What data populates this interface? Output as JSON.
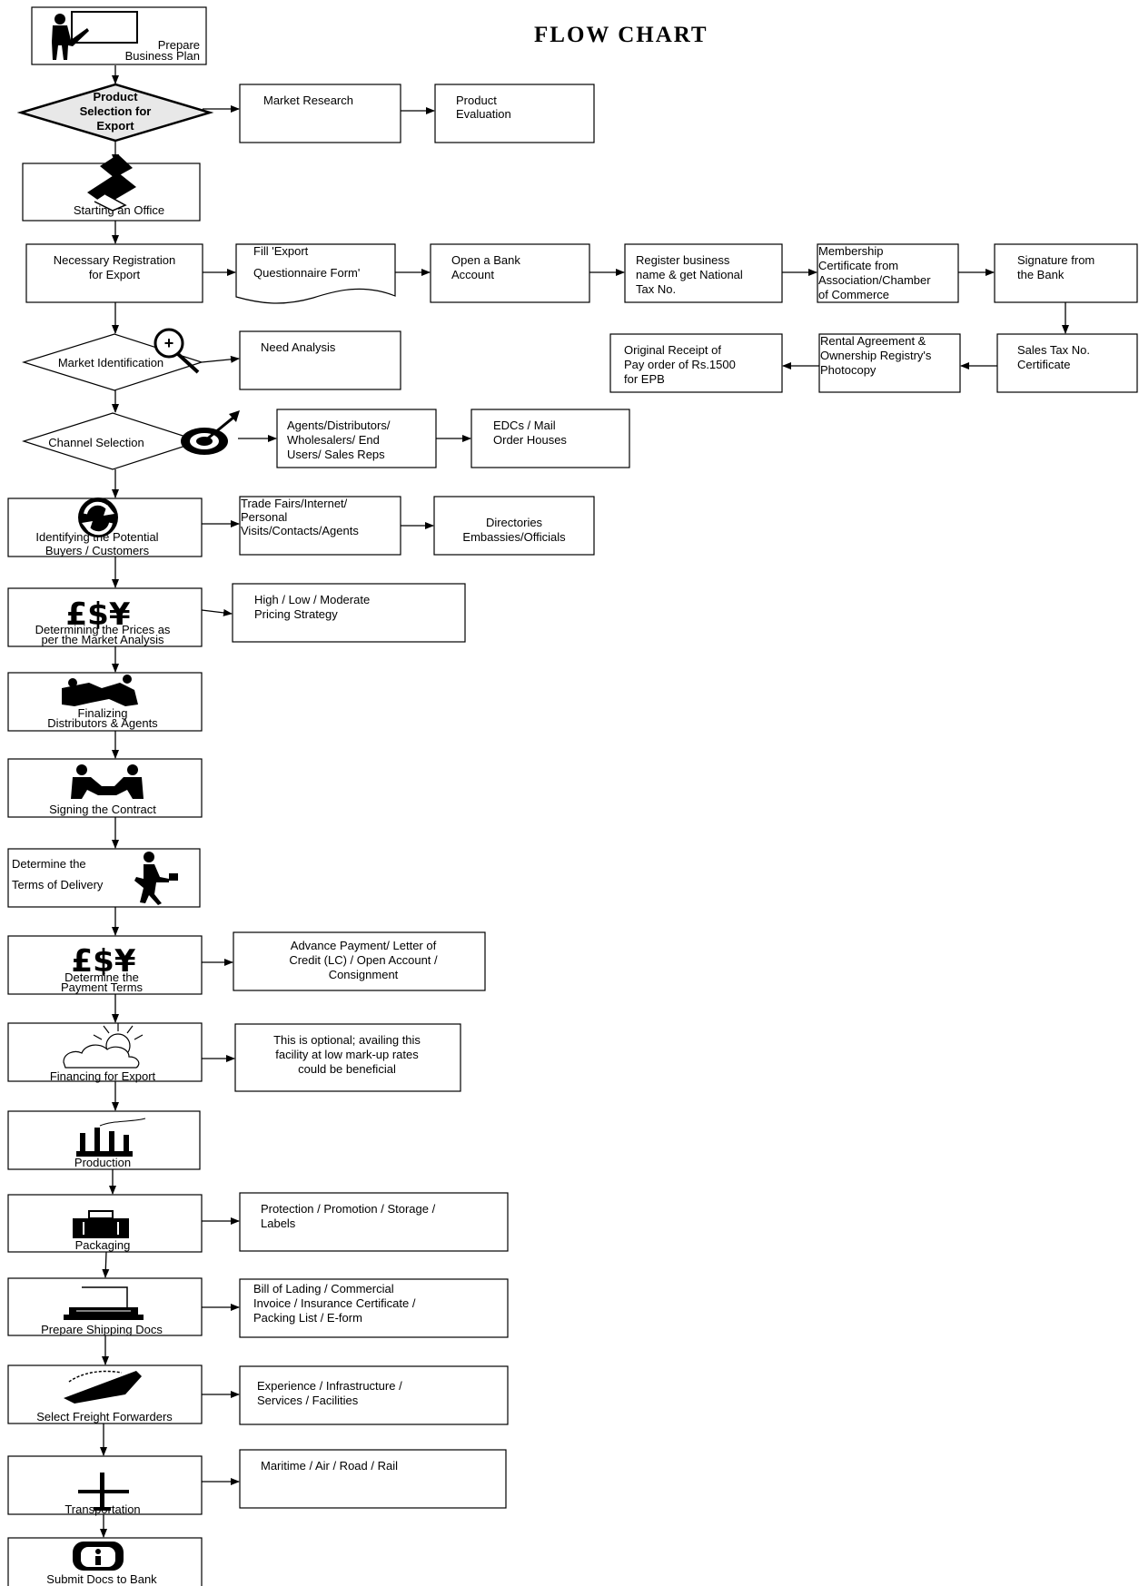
{
  "title": "FLOW CHART",
  "main_steps": {
    "prepare_business_plan": [
      "Prepare",
      "Business Plan"
    ],
    "product_selection": [
      "Product",
      "Selection for",
      "Export"
    ],
    "starting_office": [
      "Starting an Office"
    ],
    "necessary_registration": [
      "Necessary Registration",
      "for Export"
    ],
    "market_identification": [
      "Market Identification"
    ],
    "channel_selection": [
      "Channel Selection"
    ],
    "identifying_buyers": [
      "Identifying the Potential",
      "Buyers / Customers"
    ],
    "determining_prices": [
      "Determining the Prices as",
      "per the Market Analysis"
    ],
    "finalizing_distributors": [
      "Finalizing",
      "Distributors & Agents"
    ],
    "signing_contract": [
      "Signing the Contract"
    ],
    "terms_of_delivery": [
      "Determine the",
      "Terms of Delivery"
    ],
    "payment_terms": [
      "Determine the",
      "Payment Terms"
    ],
    "financing": [
      "Financing for Export"
    ],
    "production": [
      "Production"
    ],
    "packaging": [
      "Packaging"
    ],
    "shipping_docs": [
      "Prepare Shipping Docs"
    ],
    "freight_forwarders": [
      "Select Freight Forwarders"
    ],
    "transportation": [
      "Transportation"
    ],
    "submit_docs": [
      "Submit Docs to Bank"
    ]
  },
  "side_steps": {
    "market_research": [
      "Market Research"
    ],
    "product_evaluation": [
      "Product",
      "Evaluation"
    ],
    "export_questionnaire": [
      "Fill 'Export",
      "Questionnaire Form'"
    ],
    "bank_account": [
      "Open a Bank",
      "Account"
    ],
    "register_business": [
      "Register business",
      "name & get National",
      "Tax No."
    ],
    "membership_certificate": [
      "Membership",
      "Certificate from",
      "Association/Chamber",
      "of Commerce"
    ],
    "bank_signature": [
      "Signature from",
      "the Bank"
    ],
    "sales_tax_certificate": [
      "Sales Tax No.",
      "Certificate"
    ],
    "rental_agreement": [
      "Rental Agreement &",
      "Ownership Registry's",
      "Photocopy"
    ],
    "original_receipt": [
      "Original Receipt of",
      "Pay order of Rs.1500",
      "for EPB"
    ],
    "need_analysis": [
      "Need Analysis"
    ],
    "agents_distributors": [
      "Agents/Distributors/",
      "Wholesalers/ End",
      "Users/ Sales Reps"
    ],
    "edcs_mail_order": [
      "EDCs / Mail",
      "Order Houses"
    ],
    "trade_fairs": [
      "Trade Fairs/Internet/",
      "Personal",
      "Visits/Contacts/Agents"
    ],
    "directories": [
      "Directories",
      "Embassies/Officials"
    ],
    "pricing_strategy": [
      "High / Low / Moderate",
      "Pricing Strategy"
    ],
    "payment_options": [
      "Advance Payment/ Letter of",
      "Credit (LC) / Open Account /",
      "Consignment"
    ],
    "financing_note": [
      "This is optional; availing this",
      "facility at low mark-up rates",
      "could be beneficial"
    ],
    "packaging_purpose": [
      "Protection / Promotion / Storage /",
      "Labels"
    ],
    "shipping_documents": [
      "Bill of Lading / Commercial",
      "Invoice / Insurance Certificate /",
      "Packing List / E-form"
    ],
    "forwarder_criteria": [
      "Experience / Infrastructure /",
      "Services / Facilities"
    ],
    "transport_modes": [
      "Maritime / Air / Road / Rail"
    ]
  },
  "icons": {
    "presenter": "presenter-icon",
    "office": "office-building-icon",
    "magnifier": "magnifying-glass-icon",
    "target": "target-icon",
    "recycle": "recycle-arrows-icon",
    "currency": "currency-symbols-icon",
    "meeting": "meeting-people-icon",
    "handshake": "handshake-icon",
    "runner": "running-businessman-icon",
    "sun_cloud": "sun-cloud-icon",
    "factory": "factory-icon",
    "package": "package-icon",
    "fax": "fax-machine-icon",
    "ship": "ship-icon",
    "airplane": "airplane-icon",
    "info": "info-icon"
  },
  "colors": {
    "line": "#000000",
    "background": "#ffffff",
    "diamond_fill": "#e8e8e8"
  }
}
